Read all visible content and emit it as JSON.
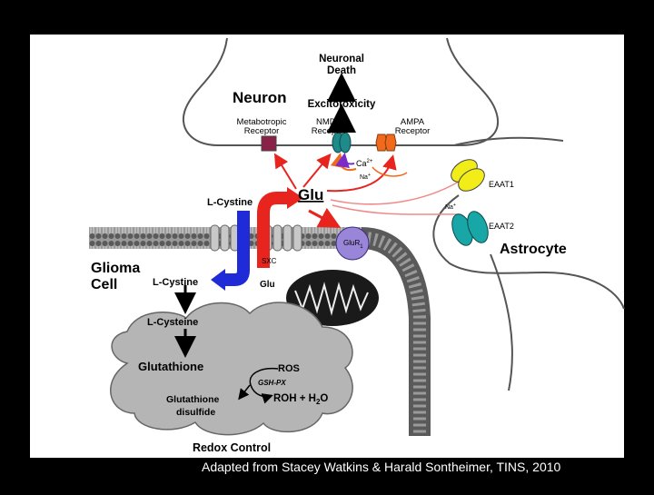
{
  "labels": {
    "neuronal_death": [
      "Neuronal",
      "Death"
    ],
    "neuron": "Neuron",
    "excitotoxicity": "Excitotoxicity",
    "metabotropic": [
      "Metabotropic",
      "Receptor"
    ],
    "nmda": [
      "NMDA",
      "Receptor"
    ],
    "ampa": [
      "AMPA",
      "Receptor"
    ],
    "ca": "Ca",
    "ca_sup": "2+",
    "na": "Na",
    "na_sup": "+",
    "glu_main": "Glu",
    "l_cystine_top": "L-Cystine",
    "eaat1": "EAAT1",
    "eaat2": "EAAT2",
    "astrocyte": "Astrocyte",
    "glioma": [
      "Glioma",
      "Cell"
    ],
    "sxc": "SXC",
    "glu_small": "Glu",
    "glur": "GluR",
    "glur_sub": "1",
    "l_cystine_left": "L-Cystine",
    "l_cysteine": "L-Cysteine",
    "glutathione": "Glutathione",
    "ros": "ROS",
    "gsh_px": "GSH-PX",
    "gs_disulfide": [
      "Glutathione",
      "disulfide"
    ],
    "roh": "ROH + H",
    "roh_sub": "2",
    "roh_tail": "O",
    "redox": "Redox Control"
  },
  "caption": "Adapted from Stacey Watkins & Harald Sontheimer, TINS, 2010",
  "colors": {
    "background": "#000000",
    "panel": "#ffffff",
    "glu_arrow_red": "#e8241f",
    "cystine_arrow_blue": "#1f2bd6",
    "eaat_yellow": "#f2ec18",
    "eaat_teal": "#19a6a6",
    "nmda_teal": "#1e8a8a",
    "ampa_orange": "#f06a1e",
    "metabotropic_maroon": "#8a2248",
    "glur_purple": "#9a86d8",
    "ros_green": "#2e8a4a",
    "cloud_gray": "#b5b5b5"
  }
}
